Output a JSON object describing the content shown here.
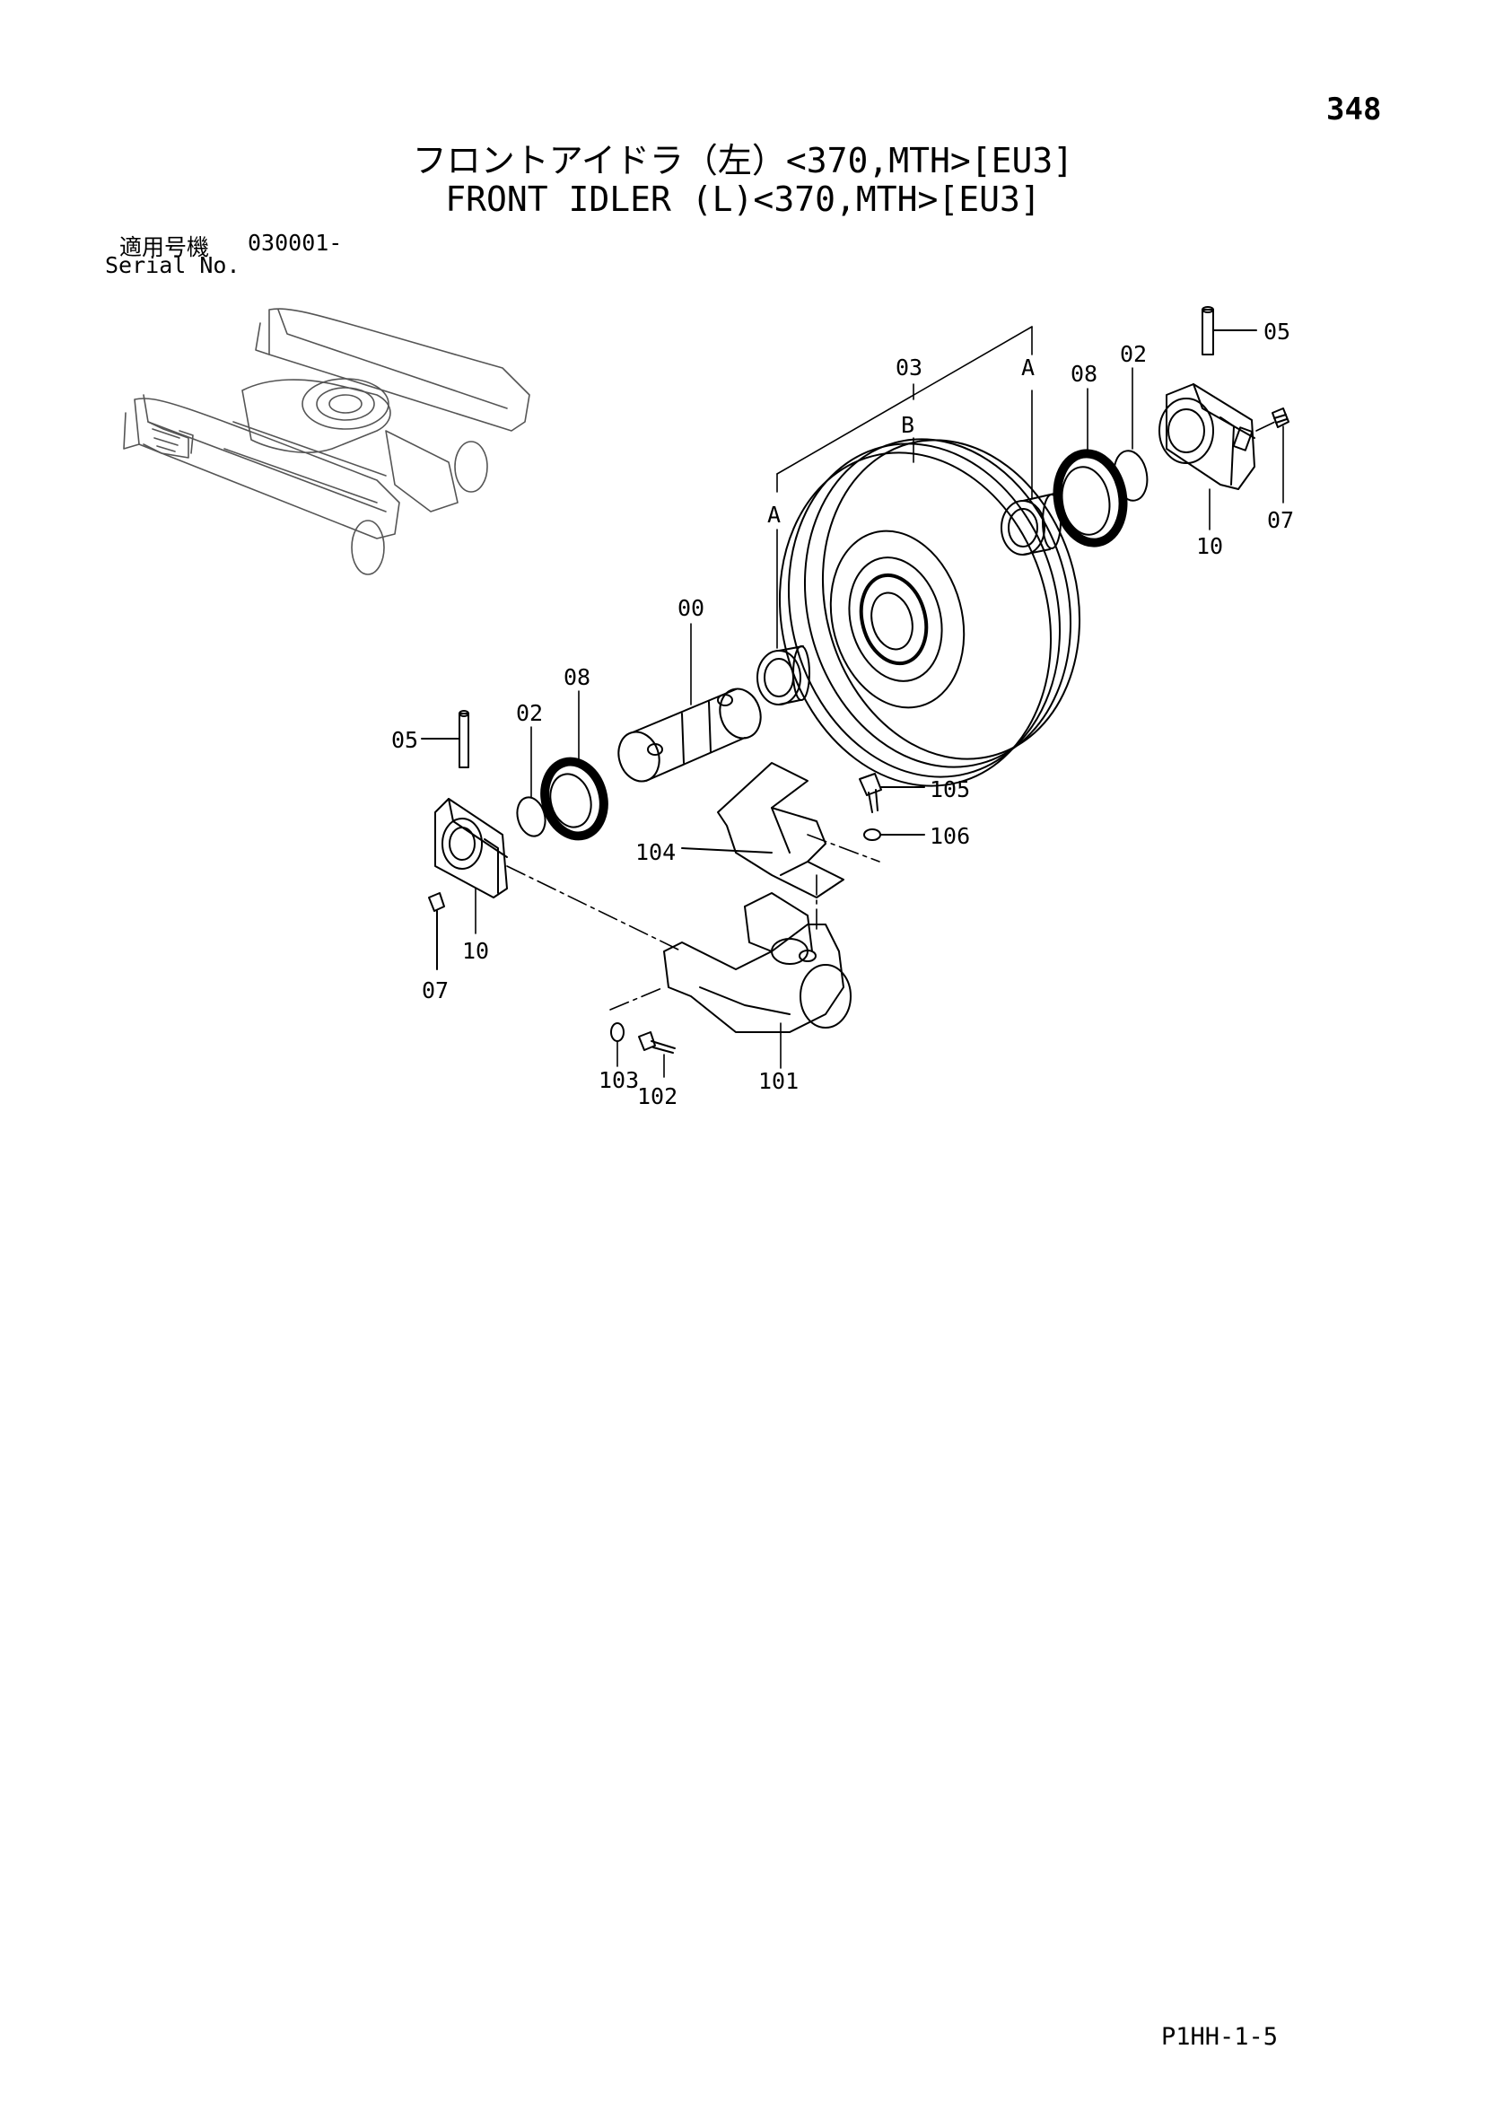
{
  "page_number": "348",
  "title_jp": "フロントアイドラ（左）<370,MTH>[EU3]",
  "title_en": "FRONT IDLER (L)<370,MTH>[EU3]",
  "serial": {
    "label_jp": "適用号機",
    "value": "030001-",
    "label_en": "Serial No."
  },
  "page_code": "P1HH-1-5",
  "callouts": {
    "c05_right": "05",
    "c03": "03",
    "cA_top": "A",
    "c08_right": "08",
    "c02_right": "02",
    "cB": "B",
    "cA_left": "A",
    "c07_right": "07",
    "c10_right": "10",
    "c00": "00",
    "c08_left": "08",
    "c02_left": "02",
    "c05_left": "05",
    "c105": "105",
    "c106": "106",
    "c104": "104",
    "c10_left": "10",
    "c07_left": "07",
    "c103": "103",
    "c102": "102",
    "c101": "101"
  }
}
